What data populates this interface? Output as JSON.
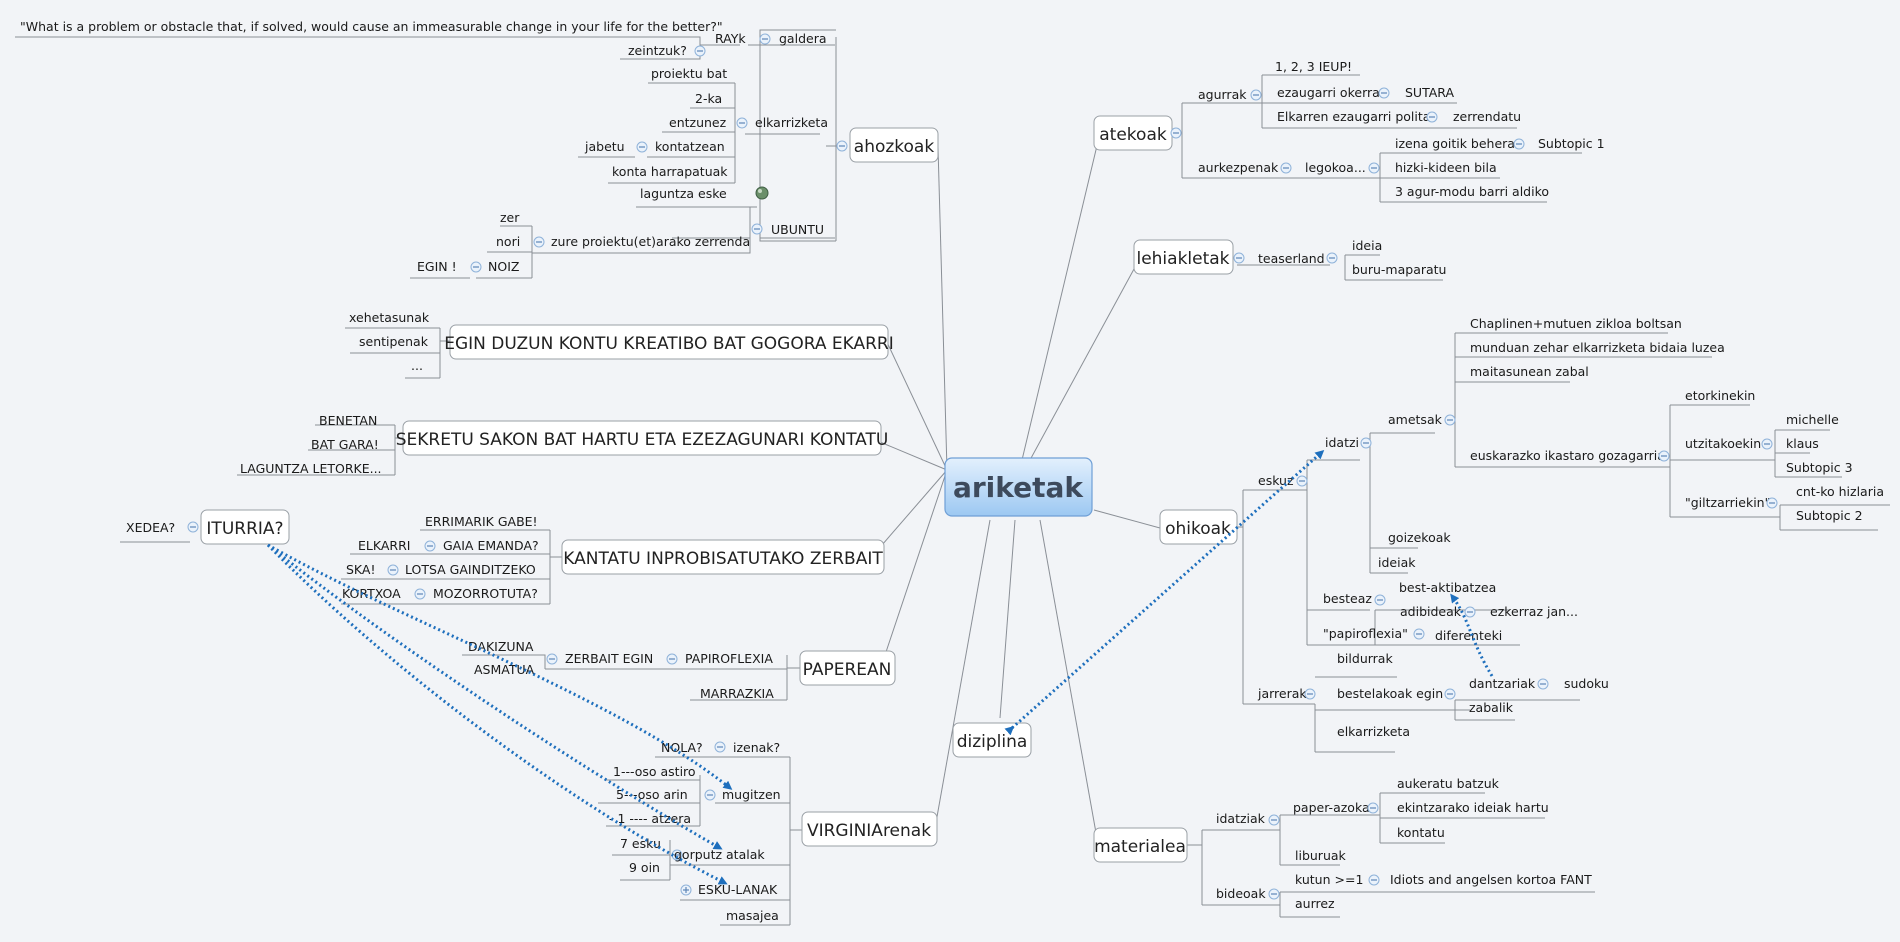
{
  "central": "ariketak",
  "branches": {
    "ahozkoak": "ahozkoak",
    "egin_duzun": "EGIN DUZUN KONTU KREATIBO BAT GOGORA EKARRI",
    "sekretu": "SEKRETU SAKON BAT HARTU ETA EZEZAGUNARI KONTATU",
    "kantatu": "KANTATU INPROBISATUTAKO ZERBAIT",
    "paperean": "PAPEREAN",
    "virginiarenak": "VIRGINIArenak",
    "diziplina": "diziplina",
    "materialea": "materialea",
    "ohikoak": "ohikoak",
    "lehiakletak": "lehiakletak",
    "atekoak": "atekoak",
    "iturria": "ITURRIA?"
  },
  "topics": {
    "quote": "\"What is a problem or obstacle that, if solved, would cause an immeasurable change in your life for the better?\"",
    "rayk": "RAYk",
    "galdera": "galdera",
    "zeintzuk": "zeintzuk?",
    "proiektu_bat": "proiektu bat",
    "ka2": "2-ka",
    "entzunez": "entzunez",
    "elkarrizketa": "elkarrizketa",
    "jabetu": "jabetu",
    "kontatzean": "kontatzean",
    "konta_harrapatuak": "konta harrapatuak",
    "laguntza_eske": "laguntza eske",
    "ubuntu": "UBUNTU",
    "zer": "zer",
    "nori": "nori",
    "zure_proiektu": "zure proiektu(et)arako zerrenda",
    "egin_exc": "EGIN !",
    "noiz": "NOIZ",
    "xehetasunak": "xehetasunak",
    "sentipenak": "sentipenak",
    "dots": "...",
    "benetan": "BENETAN",
    "bat_gara": "BAT GARA!",
    "laguntza_letorke": "LAGUNTZA LETORKE...",
    "xedea": "XEDEA?",
    "errimarik": "ERRIMARIK GABE!",
    "elkarri": "ELKARRI",
    "gaia_emanda": "GAIA EMANDA?",
    "ska": "SKA!",
    "lotsa": "LOTSA GAINDITZEKO",
    "kortxoa": "KORTXOA",
    "mozorrotuta": "MOZORROTUTA?",
    "dakizuna": "DAKIZUNA",
    "asmatua": "ASMATUA",
    "zerbait_egin": "ZERBAIT EGIN",
    "papiroflexia": "PAPIROFLEXIA",
    "marrazkia": "MARRAZKIA",
    "nola": "NOLA?",
    "izenak": "izenak?",
    "oso_astiro": "1---oso astiro",
    "oso_arin": "5---oso arin",
    "mugitzen": "mugitzen",
    "atzera": "- 1 ---- atzera",
    "esku7": "7 esku",
    "oin9": "9 oin",
    "gorputz": "gorputz atalak",
    "esku_lanak": "ESKU-LANAK",
    "masajea": "masajea",
    "agurrak": "agurrak",
    "ieup": "1, 2, 3 IEUP!",
    "ezaugarri_okerra": "ezaugarri okerra",
    "sutara": "SUTARA",
    "elkarren": "Elkarren ezaugarri polita",
    "zerrendatu": "zerrendatu",
    "aurkezpenak": "aurkezpenak",
    "legokoa": "legokoa...",
    "izena_goitik": "izena goitik behera",
    "subtopic1": "Subtopic 1",
    "hizki": "hizki-kideen bila",
    "agur3": "3 agur-modu barri aldiko",
    "teaserland": "teaserland",
    "ideia": "ideia",
    "buru": "buru-maparatu",
    "chaplin": "Chaplinen+mutuen zikloa boltsan",
    "munduan": "munduan zehar elkarrizketa bidaia luzea",
    "maitasunean": "maitasunean zabal",
    "ametsak": "ametsak",
    "idatzi": "idatzi",
    "eskuz": "eskuz",
    "euskarazko": "euskarazko ikastaro gozagarria",
    "etorkinekin": "etorkinekin",
    "utzitakoekin": "utzitakoekin",
    "michelle": "michelle",
    "klaus": "klaus",
    "subtopic3": "Subtopic 3",
    "giltzarri": "\"giltzarriekin\"",
    "cnt": "cnt-ko hizlaria",
    "subtopic2": "Subtopic 2",
    "goizekoak": "goizekoak",
    "ideiak": "ideiak",
    "besteaz": "besteaz",
    "best_aktibatzea": "best-aktibatzea",
    "adibideak": "adibideak",
    "ezkerraz": "ezkerraz jan...",
    "papiroflexia_q": "\"papiroflexia\"",
    "diferenteki": "diferenteki",
    "jarrerak": "jarrerak",
    "bildurrak": "bildurrak",
    "bestelakoak": "bestelakoak egin",
    "dantzariak": "dantzariak",
    "sudoku": "sudoku",
    "zabalik": "zabalik",
    "elkarrizketa2": "elkarrizketa",
    "idatziak": "idatziak",
    "paper_azoka": "paper-azoka",
    "aukeratu": "aukeratu batzuk",
    "ekintzarako": "ekintzarako ideiak hartu",
    "kontatu": "kontatu",
    "liburuak": "liburuak",
    "bideoak": "bideoak",
    "kutun": "kutun >=1",
    "idiots": "Idiots and angelsen kortoa FANT",
    "aurrez": "aurrez"
  },
  "colors": {
    "background": "#f2f4f7",
    "central_fill_top": "#e3f0fd",
    "central_fill_bottom": "#9cc8f2",
    "relationship": "#1e6fbd",
    "connector": "#8a8f96"
  }
}
